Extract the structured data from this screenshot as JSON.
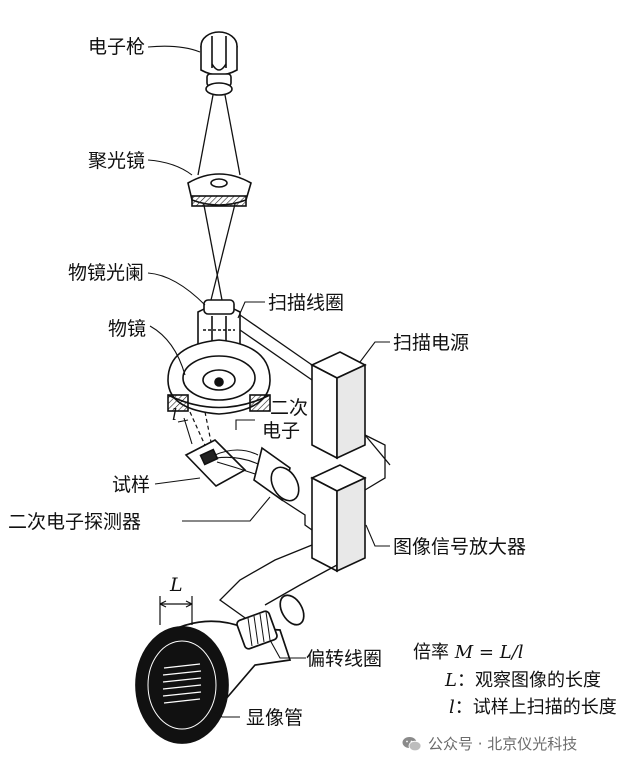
{
  "labels": {
    "electron_gun": "电子枪",
    "condenser_lens": "聚光镜",
    "objective_aperture": "物镜光阑",
    "scan_coil": "扫描线圈",
    "objective_lens": "物镜",
    "scan_power_supply": "扫描电源",
    "secondary_electron_line1": "二次",
    "secondary_electron_line2": "电子",
    "sample": "试样",
    "secondary_electron_detector": "二次电子探测器",
    "image_signal_amplifier": "图像信号放大器",
    "deflection_coil": "偏转线圈",
    "display_tube": "显像管",
    "dimension_L": "L",
    "dimension_l": "l"
  },
  "formula": {
    "prefix": "倍率",
    "expression": "M = L/l",
    "L_symbol": "L",
    "L_desc": "：观察图像的长度",
    "l_symbol": "l",
    "l_desc": "：试样上扫描的长度"
  },
  "watermark": {
    "icon": "wechat-icon",
    "text": "公众号 · 北京仪光科技"
  }
}
